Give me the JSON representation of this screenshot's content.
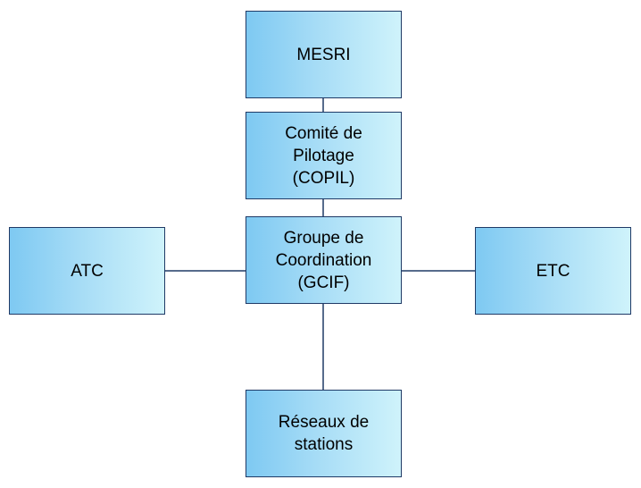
{
  "diagram": {
    "nodes": {
      "mesri": {
        "lines": [
          "MESRI"
        ]
      },
      "copil": {
        "lines": [
          "Comité de",
          "Pilotage",
          "(COPIL)"
        ]
      },
      "gcif": {
        "lines": [
          "Groupe de",
          "Coordination",
          "(GCIF)"
        ]
      },
      "atc": {
        "lines": [
          "ATC"
        ]
      },
      "etc": {
        "lines": [
          "ETC"
        ]
      },
      "reseaux": {
        "lines": [
          "Réseaux de",
          "stations"
        ]
      }
    },
    "edges": [
      [
        "mesri",
        "copil"
      ],
      [
        "copil",
        "gcif"
      ],
      [
        "gcif",
        "atc"
      ],
      [
        "gcif",
        "etc"
      ],
      [
        "gcif",
        "reseaux"
      ]
    ],
    "colors": {
      "box_border": "#1f3a66",
      "gradient_left": "#7ec9f2",
      "gradient_right": "#cff3fb",
      "connector": "#1f3a66"
    }
  }
}
